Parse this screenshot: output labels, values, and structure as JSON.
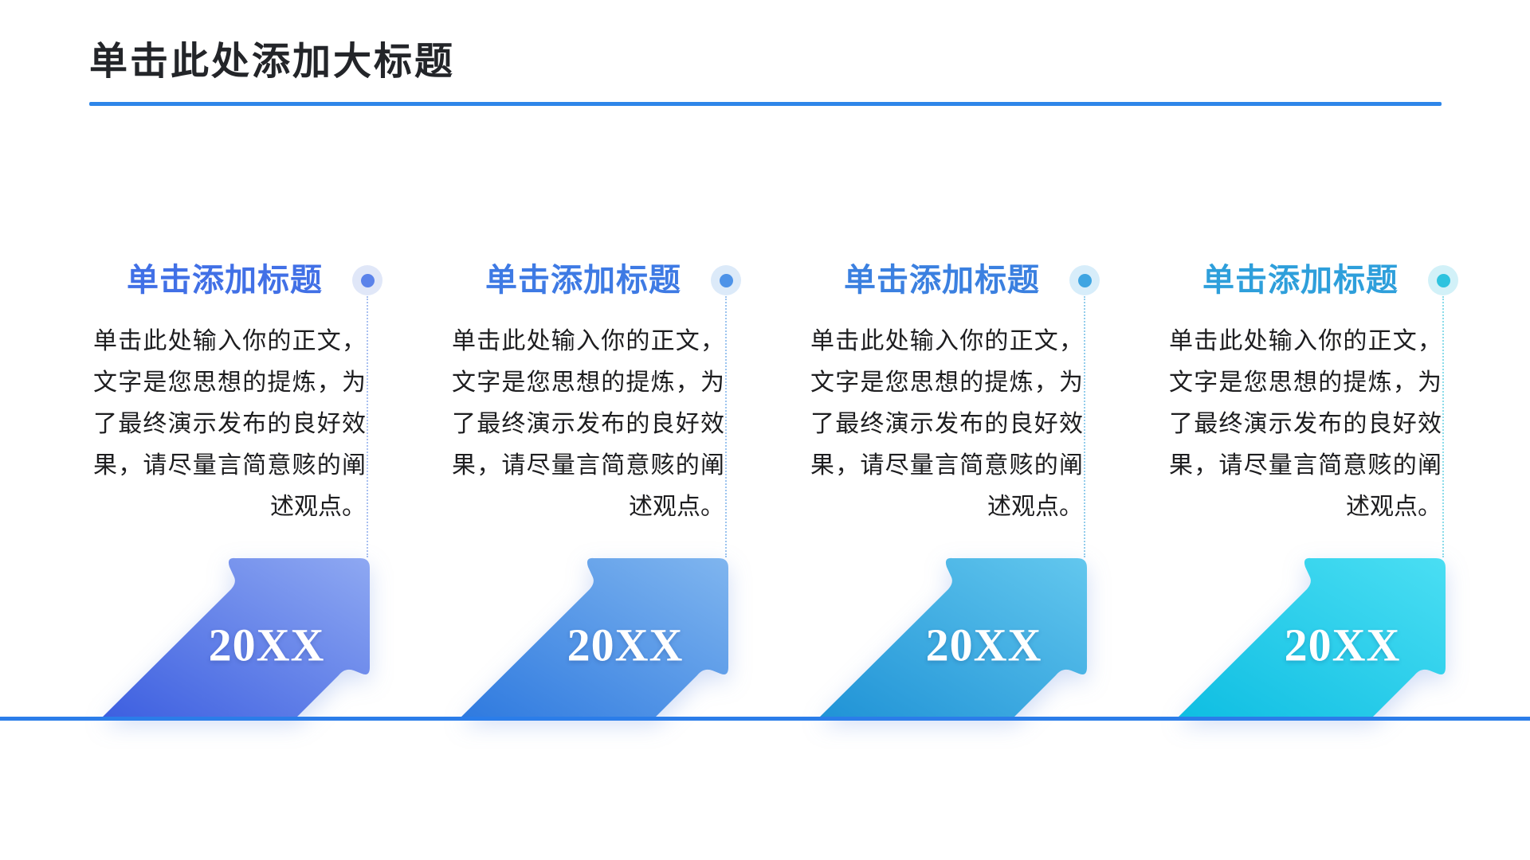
{
  "page_title": "单击此处添加大标题",
  "accents": {
    "title_underline_color": "#2E86E9",
    "bottom_line_color": "#2B7DE9",
    "background_color": "#FFFFFF",
    "body_text_color": "#1D1D1F",
    "page_title_color": "#232529",
    "year_text_color": "#FFFFFF"
  },
  "columns": [
    {
      "title": "单击添加标题",
      "title_color": "#4170E6",
      "body_lines": [
        "单击此处输入你的正文，",
        "文字是您思想的提炼，为",
        "了最终演示发布的良好效",
        "果，请尽量言简意赅的阐",
        "述观点。"
      ],
      "year": "20XX",
      "dot_outer_color": "#E0E7F8",
      "dot_inner_color": "#5B83EA",
      "connector_color": "#A9C0F0",
      "arrow_gradient_start": "#3D5FE0",
      "arrow_gradient_end": "#8EA8F2"
    },
    {
      "title": "单击添加标题",
      "title_color": "#3E7AE4",
      "body_lines": [
        "单击此处输入你的正文，",
        "文字是您思想的提炼，为",
        "了最终演示发布的良好效",
        "果，请尽量言简意赅的阐",
        "述观点。"
      ],
      "year": "20XX",
      "dot_outer_color": "#DCEAF9",
      "dot_inner_color": "#4E93E8",
      "connector_color": "#9CC4EF",
      "arrow_gradient_start": "#2F7ADF",
      "arrow_gradient_end": "#7FB5EF"
    },
    {
      "title": "单击添加标题",
      "title_color": "#3B80E0",
      "body_lines": [
        "单击此处输入你的正文，",
        "文字是您思想的提炼，为",
        "了最终演示发布的良好效",
        "果，请尽量言简意赅的阐",
        "述观点。"
      ],
      "year": "20XX",
      "dot_outer_color": "#D7EDFA",
      "dot_inner_color": "#3FA5E2",
      "connector_color": "#93CDEC",
      "arrow_gradient_start": "#2093D6",
      "arrow_gradient_end": "#62C7EE"
    },
    {
      "title": "单击添加标题",
      "title_color": "#2E9FDB",
      "body_lines": [
        "单击此处输入你的正文，",
        "文字是您思想的提炼，为",
        "了最终演示发布的良好效",
        "果，请尽量言简意赅的阐",
        "述观点。"
      ],
      "year": "20XX",
      "dot_outer_color": "#D2F1F8",
      "dot_inner_color": "#2EC3DF",
      "connector_color": "#8BDCEA",
      "arrow_gradient_start": "#0FBEE2",
      "arrow_gradient_end": "#4ADEF3"
    }
  ]
}
